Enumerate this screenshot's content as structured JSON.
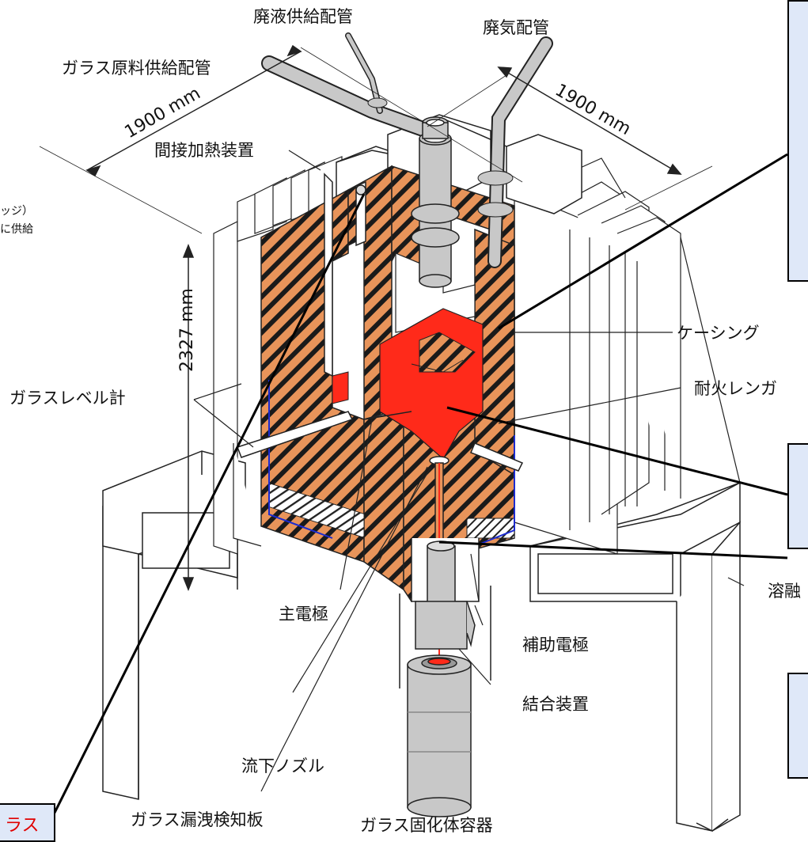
{
  "labels": {
    "waste_liquid_pipe": "廃液供給配管",
    "off_gas_pipe": "廃気配管",
    "glass_feed_pipe": "ガラス原料供給配管",
    "indirect_heater": "間接加熱装置",
    "casing": "ケーシング",
    "refractory": "耐火レンガ",
    "glass_level_gauge": "ガラスレベル計",
    "main_electrode": "主電極",
    "aux_electrode": "補助電極",
    "coupling": "結合装置",
    "nozzle": "流下ノズル",
    "leak_detector": "ガラス漏洩検知板",
    "container": "ガラス固化体容器",
    "melter_partial": "溶融",
    "left_note_1": "ッジ）",
    "left_note_2": "に供給",
    "bottom_red": "ラス"
  },
  "dimensions": {
    "width_left": "1900 mm",
    "width_right": "1900 mm",
    "height": "2327 mm"
  },
  "colors": {
    "refractory": "#e8945a",
    "molten_glass": "#ff2a1a",
    "pipe": "#c8c8c8",
    "callout_box": "#dfe8f8"
  }
}
